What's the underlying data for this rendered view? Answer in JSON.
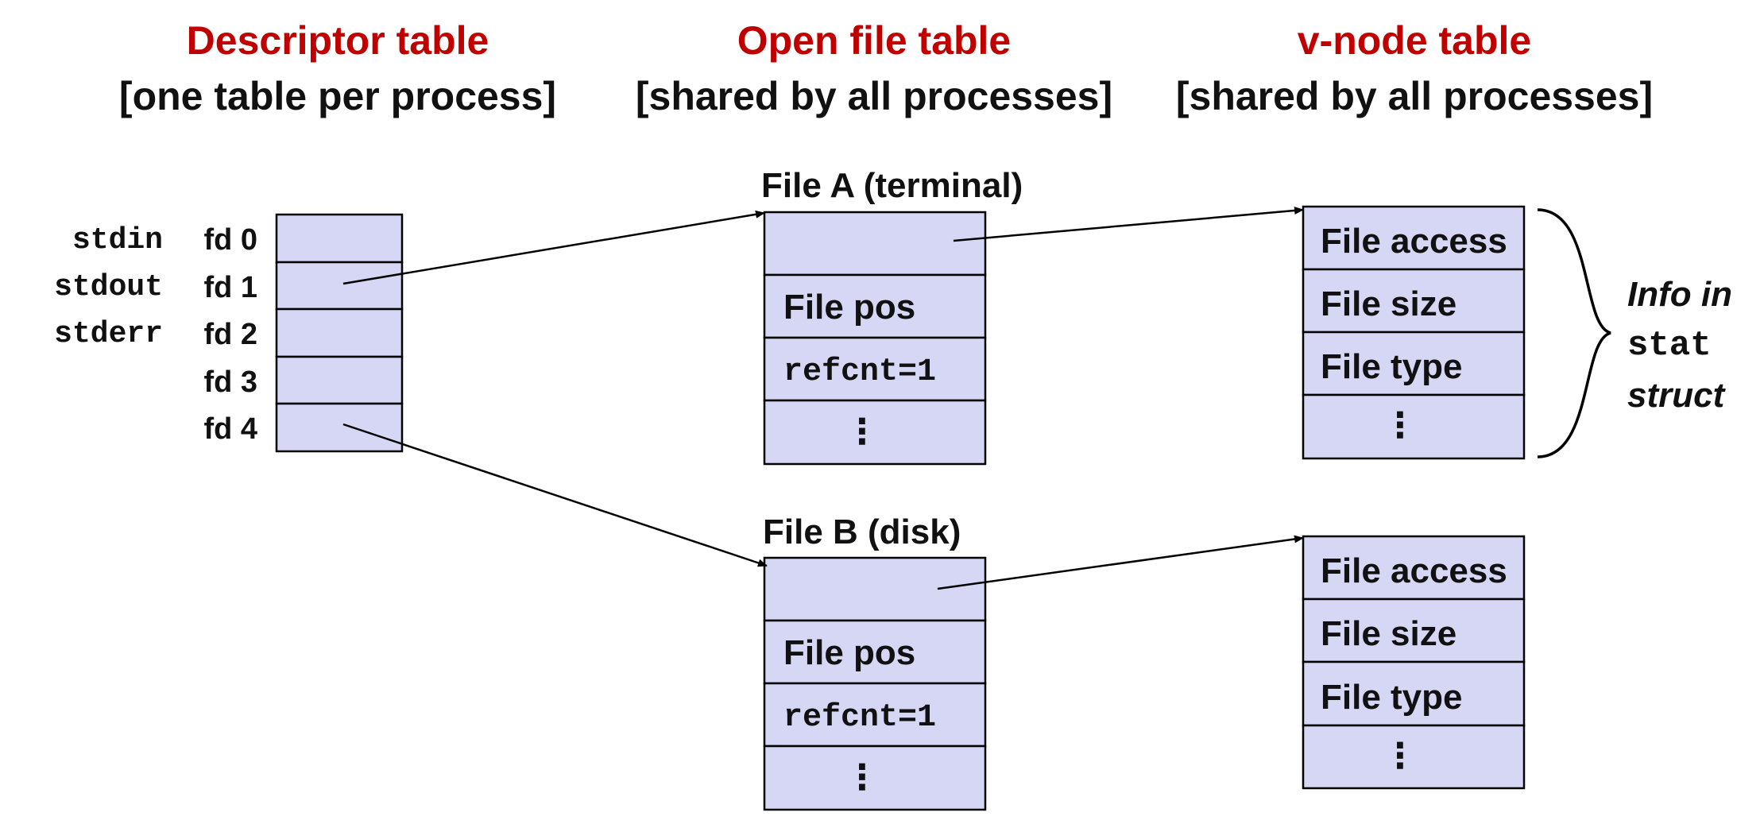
{
  "colors": {
    "heading": "#c00000",
    "text": "#111111",
    "cell_fill": "#d6d6f5",
    "stroke": "#000000"
  },
  "headings": {
    "descriptor": {
      "title": "Descriptor table",
      "subtitle": "[one table per process]"
    },
    "open_file": {
      "title": "Open file table",
      "subtitle": "[shared by all processes]"
    },
    "vnode": {
      "title": "v-node table",
      "subtitle": "[shared by all processes]"
    }
  },
  "descriptor_table": {
    "std_names": [
      "stdin",
      "stdout",
      "stderr"
    ],
    "fd_labels": [
      "fd 0",
      "fd 1",
      "fd 2",
      "fd 3",
      "fd 4"
    ]
  },
  "open_files": [
    {
      "title": "File A (terminal)",
      "rows": [
        "",
        "File pos",
        "refcnt=1",
        "⋮"
      ]
    },
    {
      "title": "File B (disk)",
      "rows": [
        "",
        "File pos",
        "refcnt=1",
        "⋮"
      ]
    }
  ],
  "vnodes": [
    {
      "rows": [
        "File access",
        "File size",
        "File type",
        "⋮"
      ]
    },
    {
      "rows": [
        "File access",
        "File size",
        "File type",
        "⋮"
      ]
    }
  ],
  "annotation": {
    "line1": "Info in",
    "line2": "stat",
    "line3": "struct"
  }
}
